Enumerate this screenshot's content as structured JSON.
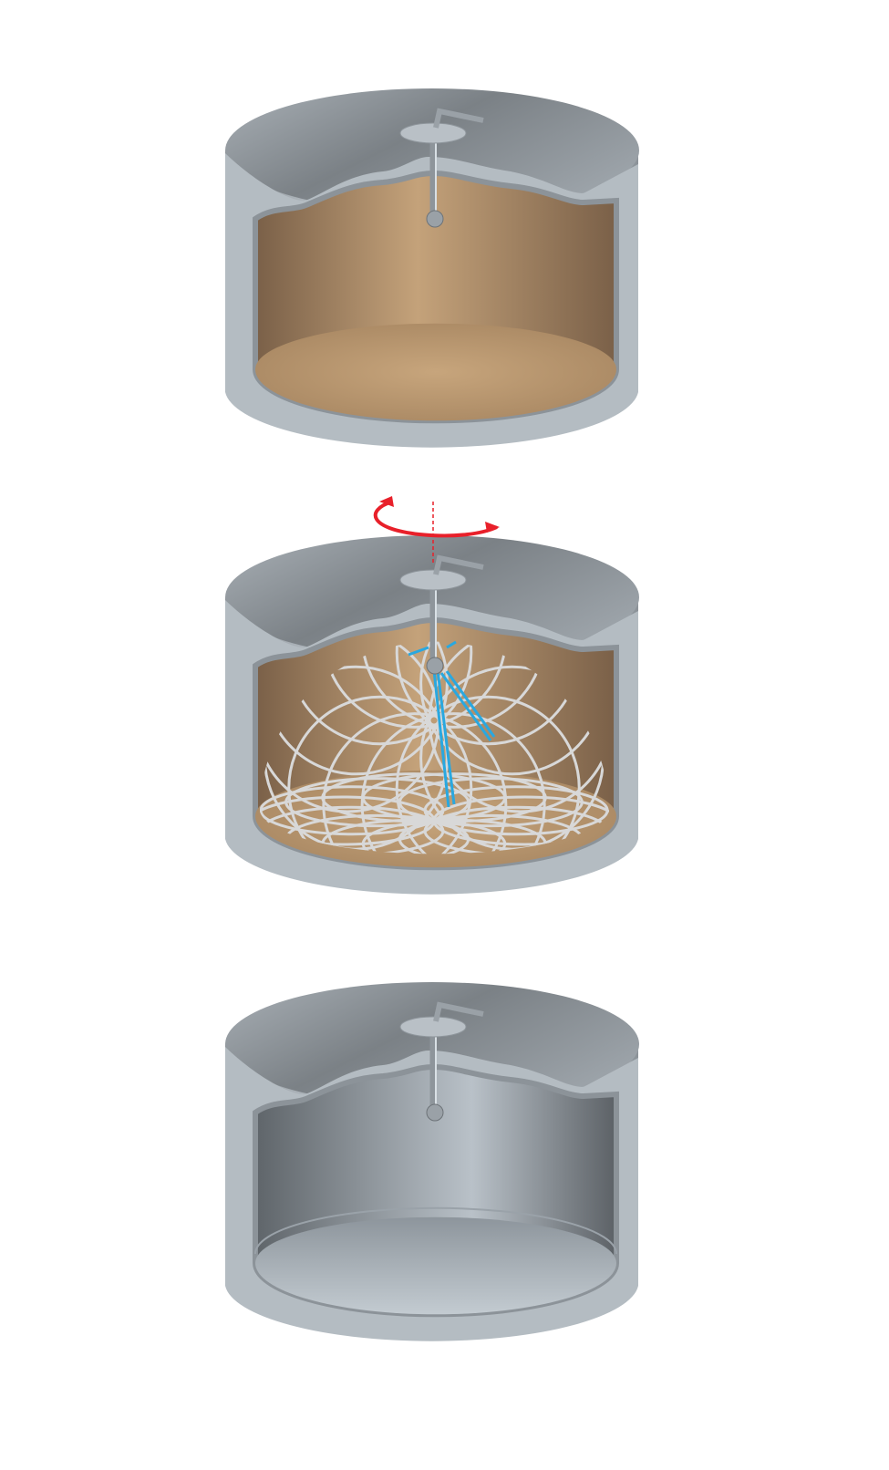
{
  "diagram": {
    "stages": [
      {
        "id": "dirty",
        "contents": "residue"
      },
      {
        "id": "cleaning",
        "contents": "spray"
      },
      {
        "id": "clean",
        "contents": "empty"
      }
    ],
    "colors": {
      "steel_light": "#c9d3db",
      "steel_mid": "#9aa2a9",
      "steel_dark": "#6d7378",
      "residue_light": "#c4a27a",
      "residue_dark": "#7a6048",
      "clean_interior_light": "#b9c1c8",
      "clean_interior_dark": "#5f656a",
      "spray_mesh": "#d8d8d8",
      "spray_jet": "#29a8e0",
      "rotation_arrow": "#e8202a"
    }
  }
}
